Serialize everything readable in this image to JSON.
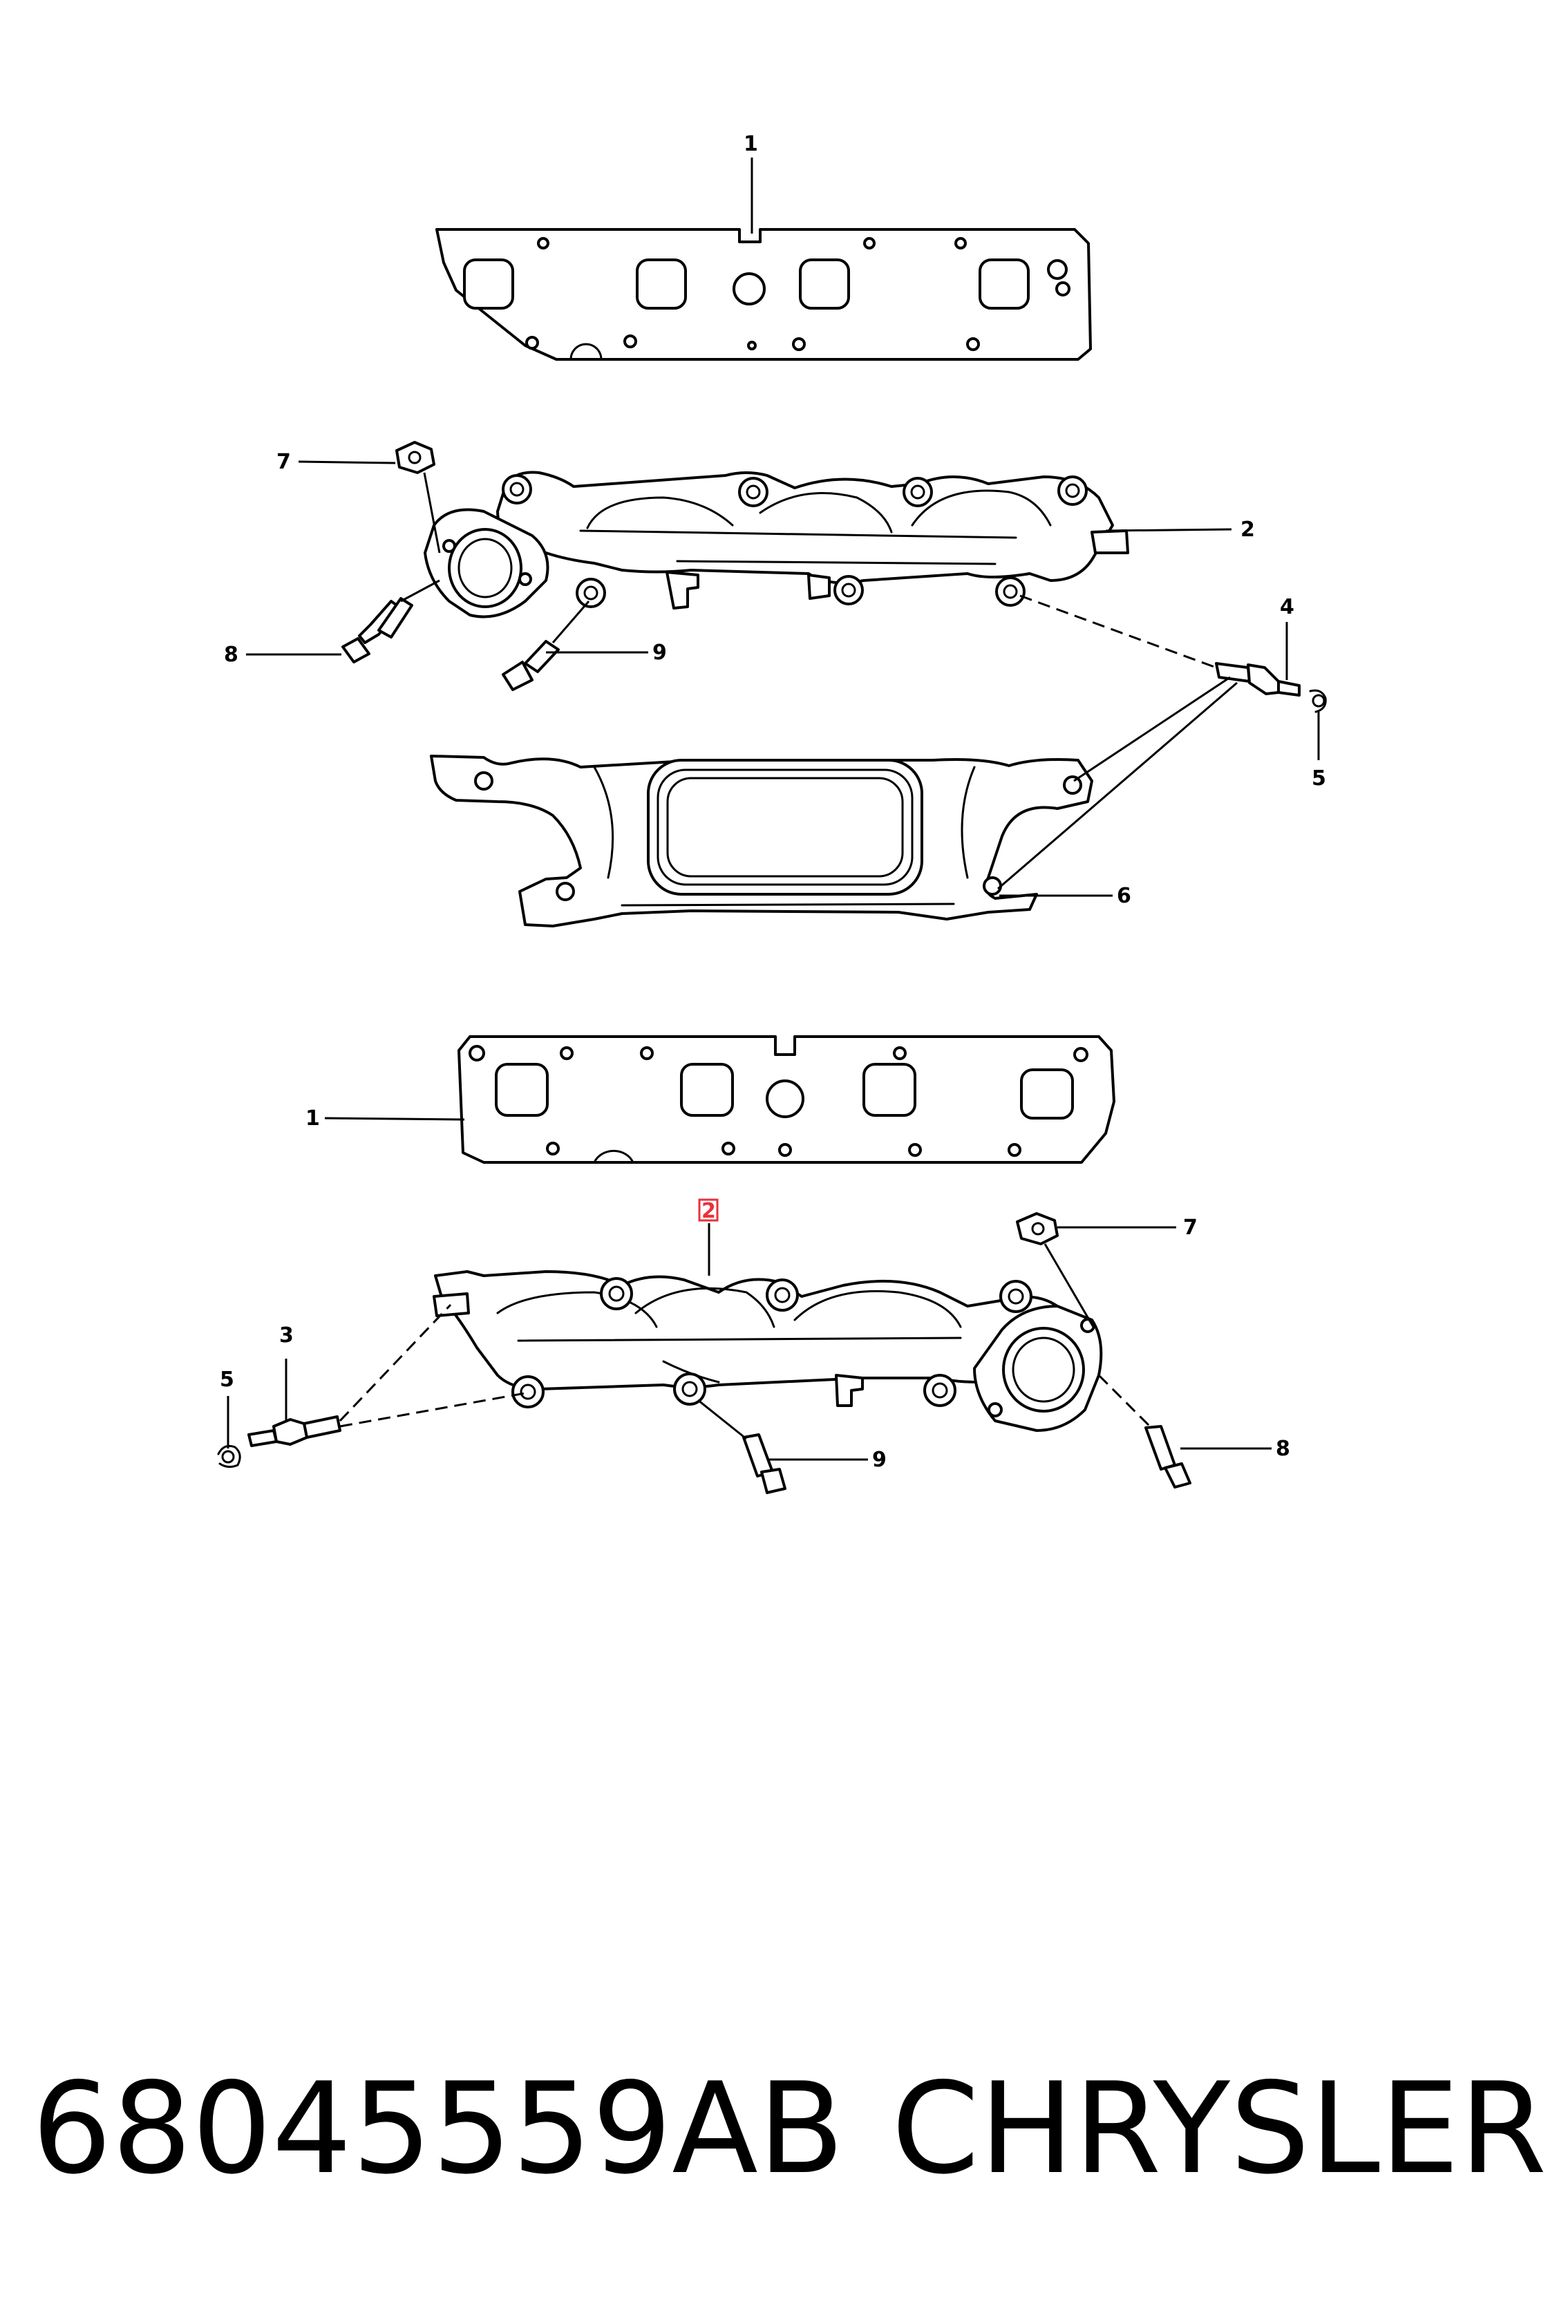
{
  "callouts": {
    "gasket_top": "1",
    "manifold_top": "2",
    "bolt_top": "8",
    "stud_bolt_top": "9",
    "nut_top": "7",
    "o2_sensor_top": "4",
    "clip_top": "5",
    "heat_shield": "6",
    "gasket_bottom": "1",
    "manifold_bottom": "2",
    "nut_bottom": "7",
    "o2_sensor_bottom": "3",
    "clip_bottom": "5",
    "stud_bolt_bottom": "9",
    "bolt_bottom": "8"
  },
  "highlight_color": "#e8323a",
  "footer": {
    "part_number": "68045559AB",
    "brand": "CHRYSLER"
  }
}
